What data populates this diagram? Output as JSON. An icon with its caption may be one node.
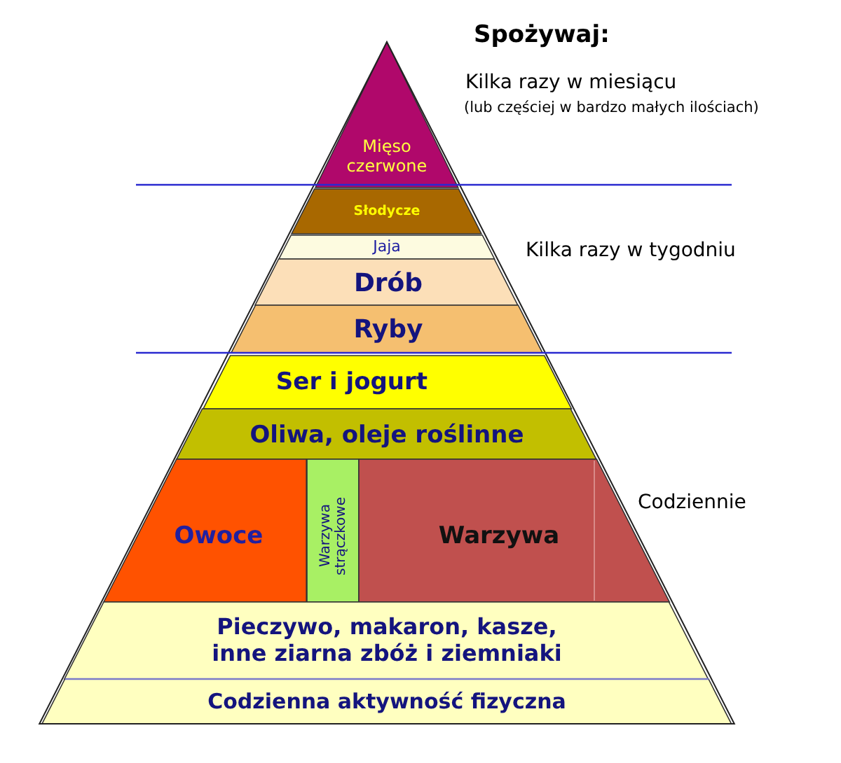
{
  "diagram": {
    "title": "Spożywaj:",
    "nodes": [
      {
        "text": [
          "Mięso czerwone"
        ]
      },
      {
        "text": [
          "Słodycze"
        ]
      },
      {
        "text": [
          "Jaja"
        ]
      },
      {
        "text": [
          "Drób"
        ]
      },
      {
        "text": [
          "Ryby"
        ]
      },
      {
        "text": [
          "Ser i jogurt"
        ]
      },
      {
        "text": [
          "Oliwa, oleje roślinne"
        ]
      },
      {
        "text": [
          "Owoce"
        ]
      },
      {
        "text": [
          "Warzywa strączkowe"
        ]
      },
      {
        "text": [
          "Warzywa"
        ]
      },
      {
        "text": [
          "Pieczywo, makaron, kasze, inne ziarna zbóż i ziemniaki"
        ]
      },
      {
        "text": [
          "Codzienna aktywność fizyczna"
        ]
      }
    ],
    "labels": [
      "Kilka razy w miesiącu",
      "(lub częściej w bardzo małych ilościach)",
      "Kilka razy w tygodniu",
      "Codziennie"
    ]
  }
}
